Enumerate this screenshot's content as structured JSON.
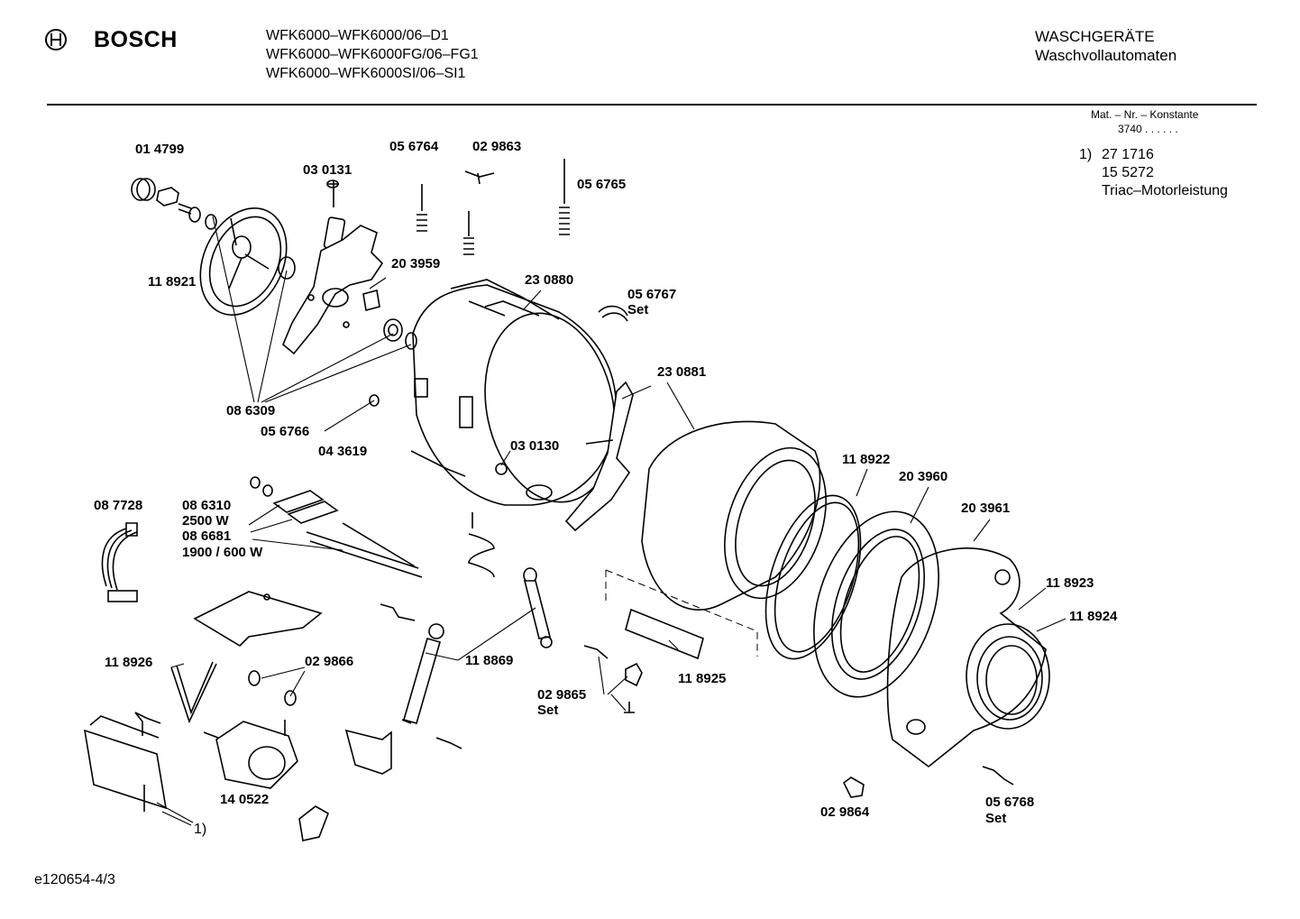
{
  "header": {
    "brand": "BOSCH",
    "models": [
      "WFK6000–WFK6000/06–D1",
      "WFK6000–WFK6000FG/06–FG1",
      "WFK6000–WFK6000SI/06–SI1"
    ],
    "category": "WASCHGERÄTE",
    "subcategory": "Waschvollautomaten"
  },
  "mat_nr": {
    "title": "Mat. – Nr. – Konstante",
    "value": "3740 . . . . . ."
  },
  "footnote": {
    "marker": "1)",
    "lines": [
      "27 1716",
      "15 5272",
      "Triac–Motorleistung"
    ]
  },
  "labels": {
    "p014799": "01 4799",
    "p030131": "03 0131",
    "p056764": "05 6764",
    "p029863": "02 9863",
    "p056765": "05 6765",
    "p118921": "11 8921",
    "p203959": "20 3959",
    "p230880": "23 0880",
    "p056767": "05 6767",
    "p056767set": "Set",
    "p086309": "08 6309",
    "p056766": "05 6766",
    "p043619": "04 3619",
    "p030130": "03 0130",
    "p230881": "23 0881",
    "p118922": "11 8922",
    "p203960": "20 3960",
    "p203961": "20 3961",
    "p087728": "08 7728",
    "p086310": "08 6310",
    "w2500": "2500 W",
    "p086681": "08 6681",
    "w1900": "1900 / 600 W",
    "p118923": "11 8923",
    "p118924": "11 8924",
    "p118926": "11 8926",
    "p029866": "02 9866",
    "p118869": "11 8869",
    "p118925": "11 8925",
    "p029865": "02 9865",
    "p029865set": "Set",
    "p140522": "14 0522",
    "p029864": "02 9864",
    "p056768": "05 6768",
    "p056768set": "Set",
    "footref": "1)"
  },
  "footer": {
    "code": "e120654-4/3"
  }
}
